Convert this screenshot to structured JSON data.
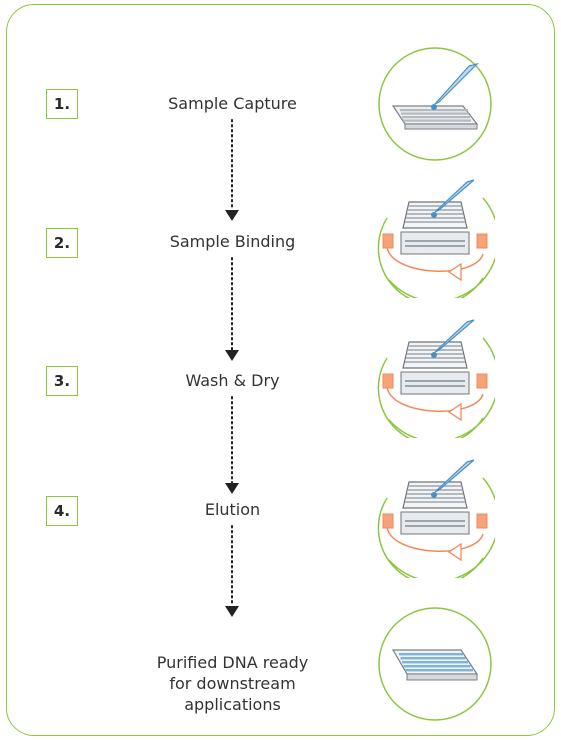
{
  "steps": [
    {
      "number": "1.",
      "label": "Sample Capture"
    },
    {
      "number": "2.",
      "label": "Sample Binding"
    },
    {
      "number": "3.",
      "label": "Wash & Dry"
    },
    {
      "number": "4.",
      "label": "Elution"
    }
  ],
  "final": {
    "label_line1": "Purified DNA ready",
    "label_line2": "for downstream",
    "label_line3": "applications"
  },
  "colors": {
    "accent": "#8dc63f",
    "arrow_rotate": "#f08a5d",
    "tip": "#4a90c8",
    "arrow": "#222222"
  },
  "icons": [
    "plate-pipette-icon",
    "plate-vacuum-rotate-icon",
    "plate-purified-icon"
  ]
}
